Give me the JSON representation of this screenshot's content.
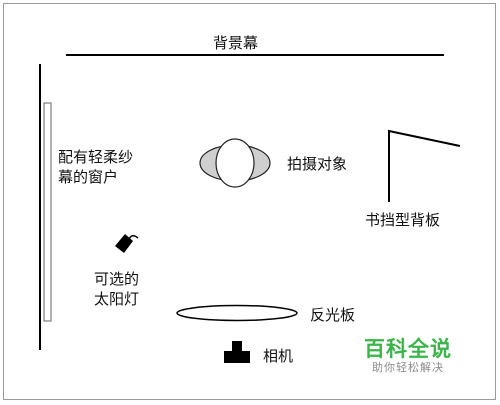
{
  "diagram": {
    "backdrop_label": "背景幕",
    "window_label_line1": "配有轻柔纱",
    "window_label_line2": "幕的窗户",
    "subject_label": "拍摄对象",
    "book_flat_label": "书挡型背板",
    "light_label_line1": "可选的",
    "light_label_line2": "太阳灯",
    "reflector_label": "反光板",
    "camera_label": "相机"
  },
  "watermark": {
    "title": "百科全说",
    "subtitle": "助你轻松解决",
    "color": "#3bb54a"
  }
}
